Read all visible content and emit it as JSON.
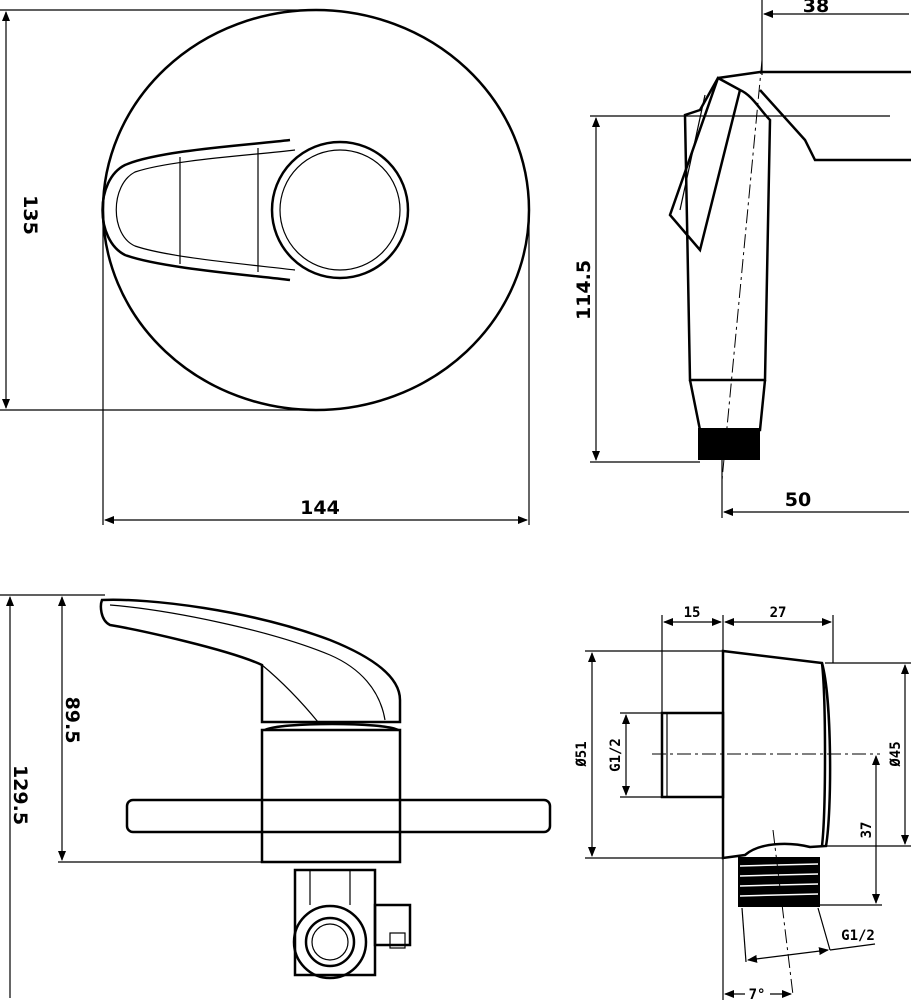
{
  "front_view": {
    "height_label": "135",
    "width_label": "144"
  },
  "shower_view": {
    "top_label": "38",
    "height_label": "114.5",
    "bottom_label": "50"
  },
  "valve_side_view": {
    "inner_height_label": "89.5",
    "total_height_label": "129.5"
  },
  "elbow_view": {
    "depth_left_label": "15",
    "depth_right_label": "27",
    "outer_diameter_label": "Ø51",
    "inlet_thread_label": "G1/2",
    "face_diameter_label": "Ø45",
    "outlet_offset_label": "37",
    "outlet_thread_label": "G1/2",
    "angle_label": "7°"
  }
}
